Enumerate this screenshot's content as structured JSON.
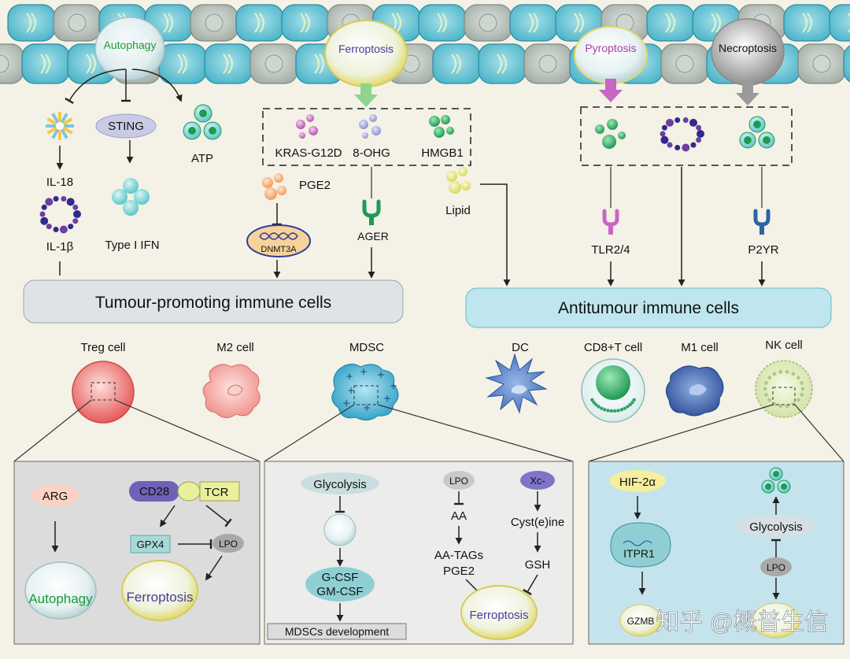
{
  "top_labels": {
    "autophagy": "Autophagy",
    "ferroptosis": "Ferroptosis",
    "pyroptosis": "Pyroptosis",
    "necroptosis": "Necroptosis"
  },
  "left_factors": {
    "il18": "IL-18",
    "il1b": "IL-1β",
    "sting": "STING",
    "type1ifn": "Type I IFN",
    "atp": "ATP"
  },
  "dashed_box": {
    "kras": "KRAS-G12D",
    "ohg": "8-OHG",
    "hmgb1": "HMGB1"
  },
  "mid_factors": {
    "pge2": "PGE2",
    "dnmt3a": "DNMT3A",
    "ager": "AGER",
    "lipid": "Lipid"
  },
  "right_receptors": {
    "tlr": "TLR2/4",
    "p2yr": "P2YR"
  },
  "banners": {
    "tumour_promoting": "Tumour-promoting immune cells",
    "antitumour": "Antitumour immune cells"
  },
  "cells": {
    "treg": "Treg cell",
    "m2": "M2 cell",
    "mdsc": "MDSC",
    "dc": "DC",
    "cd8": "CD8+T cell",
    "m1": "M1 cell",
    "nk": "NK cell"
  },
  "panel_treg": {
    "arg": "ARG",
    "cd28": "CD28",
    "tcr": "TCR",
    "gpx4": "GPX4",
    "lpo": "LPO",
    "autophagy": "Autophagy",
    "ferroptosis": "Ferroptosis"
  },
  "panel_mdsc": {
    "glycolysis": "Glycolysis",
    "gcsf": "G-CSF",
    "gmcsf": "GM-CSF",
    "mdsc_dev": "MDSCs development",
    "lpo": "LPO",
    "aa": "AA",
    "aa_tags": "AA-TAGs",
    "pge2": "PGE2",
    "xc": "Xc-",
    "cyst": "Cyst(e)ine",
    "gsh": "GSH",
    "ferroptosis": "Ferroptosis"
  },
  "panel_nk": {
    "hif": "HIF-2α",
    "itpr1": "ITPR1",
    "gzmb": "GZMB",
    "glycolysis": "Glycolysis",
    "lpo": "LPO"
  },
  "watermark": "知乎 @概普生信",
  "colors": {
    "background": "#f4f1e6",
    "epithelium_blue": "#6ec6d6",
    "epithelium_grey": "#b8c2bc",
    "banner_left": "#dfe3e6",
    "banner_right": "#bfe6ef",
    "panel_grey": "#dcdcdc",
    "panel_blue": "#c5e3ec",
    "green_text": "#1a9a3a",
    "purple_text": "#4a3a9a",
    "magenta_text": "#b23aa8"
  }
}
